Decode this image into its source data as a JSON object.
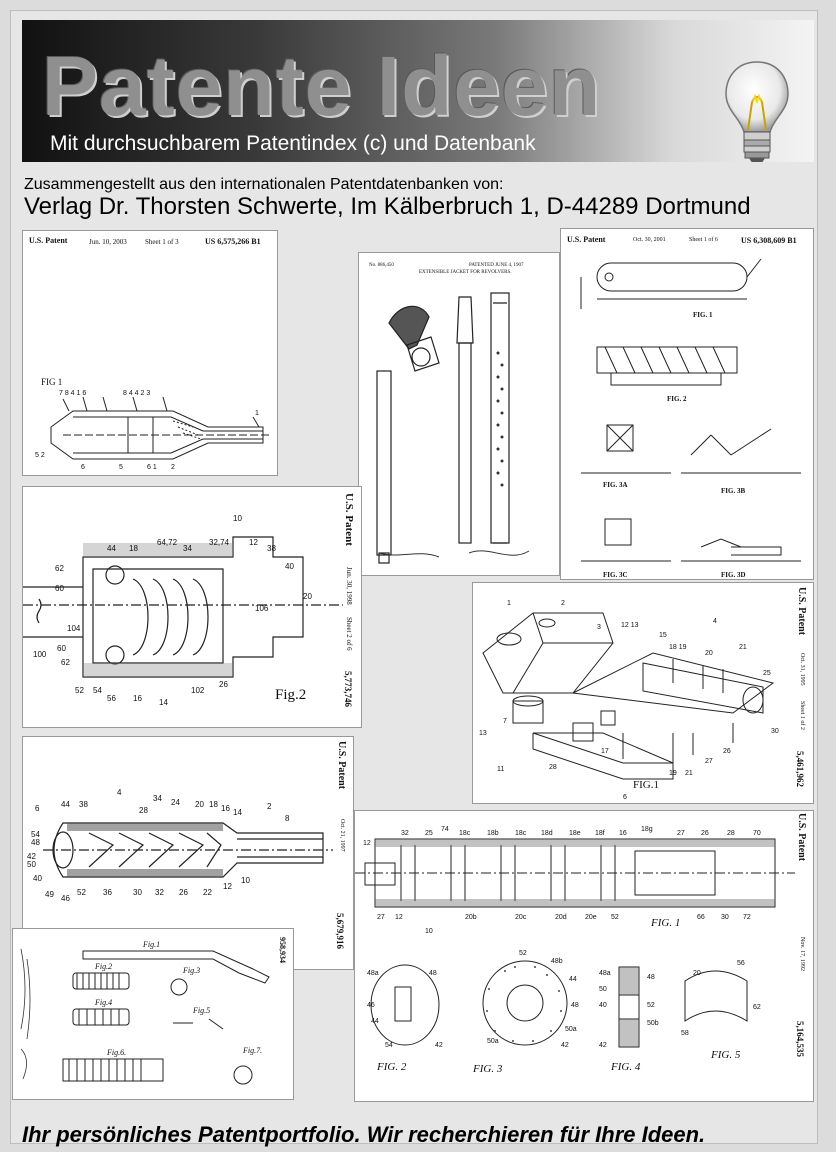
{
  "banner": {
    "title": "Patente Ideen",
    "subtitle": "Mit durchsuchbarem Patentindex (c) und Datenbank",
    "icon": "lightbulb-icon"
  },
  "intro": {
    "compiled_line": "Zusammengestellt aus den internationalen Patentdatenbanken von:",
    "publisher_line": "Verlag Dr. Thorsten Schwerte, Im Kälberbruch 1, D-44289 Dortmund"
  },
  "patents": [
    {
      "header_left": "U.S. Patent",
      "header_date": "Jun. 10, 2003",
      "header_sheet": "Sheet 1 of 3",
      "header_no": "US 6,575,266 B1",
      "figure_label": "FIG 1"
    },
    {
      "header_left": "No. 886,450",
      "header_title": "PATENTED JUNE 4, 1907",
      "header_sub": "EXTENSIBLE JACKET FOR REVOLVERS."
    },
    {
      "header_left": "U.S. Patent",
      "header_date": "Oct. 30, 2001",
      "header_sheet": "Sheet 1 of 6",
      "header_no": "US 6,308,609 B1",
      "fig1": "FIG. 1",
      "fig2": "FIG. 2",
      "fig3a": "FIG. 3A",
      "fig3b": "FIG. 3B",
      "fig3c": "FIG. 3C",
      "fig3d": "FIG. 3D"
    },
    {
      "vertical_title": "U.S. Patent",
      "vertical_date": "Jun. 30, 1998",
      "vertical_sheet": "Sheet 2 of 6",
      "vertical_no": "5,773,746",
      "figure_label": "Fig.2"
    },
    {
      "vertical_title": "U.S. Patent",
      "vertical_date": "Oct. 31, 1995",
      "vertical_sheet": "Sheet 1 of 2",
      "vertical_no": "5,461,962",
      "figure_label": "FIG.1"
    },
    {
      "vertical_title": "U.S. Patent",
      "vertical_date": "Oct. 21, 1997",
      "vertical_no": "5,679,916"
    },
    {
      "vertical_no": "958,934"
    },
    {
      "vertical_title": "U.S. Patent",
      "vertical_date": "Nov. 17, 1992",
      "vertical_no": "5,164,535",
      "fig1": "FIG. 1",
      "fig2": "FIG. 2",
      "fig3": "FIG. 3",
      "fig4": "FIG. 4",
      "fig5": "FIG. 5"
    }
  ],
  "tagline": "Ihr persönliches Patentportfolio. Wir recherchieren für Ihre Ideen.",
  "colors": {
    "banner_dark": "#111111",
    "banner_light": "#f4f4f4",
    "page_bg": "#e6e6e6",
    "ink": "#000000"
  }
}
